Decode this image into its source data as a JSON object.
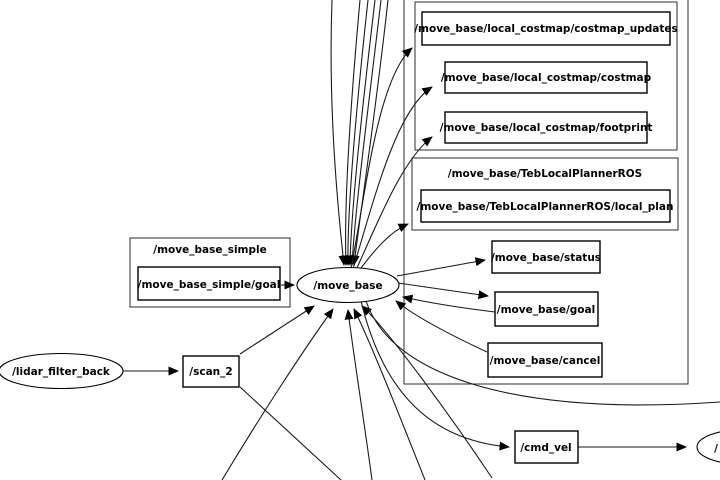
{
  "app": {
    "kind": "ros-node-graph",
    "background_color": "#ffffff",
    "edge_color": "#1a1a1a",
    "node_fill": "#ffffff",
    "node_stroke": "#000000"
  },
  "labels": {
    "costmap_updates": "/move_base/local_costmap/costmap_updates",
    "costmap": "/move_base/local_costmap/costmap",
    "footprint": "/move_base/local_costmap/footprint",
    "teb_cluster": "/move_base/TebLocalPlannerROS",
    "local_plan": "/move_base/TebLocalPlannerROS/local_plan",
    "status": "/move_base/status",
    "goal": "/move_base/goal",
    "cancel": "/move_base/cancel",
    "simple_cluster": "/move_base_simple",
    "simple_goal": "/move_base_simple/goal",
    "move_base": "/move_base",
    "lidar_filter_back": "/lidar_filter_back",
    "scan_2": "/scan_2",
    "cmd_vel": "/cmd_vel",
    "clipped_right_node": "/"
  },
  "edges": [
    {
      "from": "/lidar_filter_back",
      "to": "/scan_2"
    },
    {
      "from": "/scan_2",
      "to": "/move_base"
    },
    {
      "from": "/scan_2",
      "to": "offscreen-bottom"
    },
    {
      "from": "/move_base_simple/goal",
      "to": "/move_base"
    },
    {
      "from": "offscreen-top",
      "to": "/move_base",
      "count": 6
    },
    {
      "from": "offscreen-bottom",
      "to": "/move_base",
      "count": 4
    },
    {
      "from": "/move_base",
      "to": "/move_base/local_costmap/costmap_updates"
    },
    {
      "from": "/move_base",
      "to": "/move_base/local_costmap/costmap"
    },
    {
      "from": "/move_base",
      "to": "/move_base/local_costmap/footprint"
    },
    {
      "from": "/move_base",
      "to": "/move_base/TebLocalPlannerROS/local_plan"
    },
    {
      "from": "/move_base",
      "to": "/move_base/status"
    },
    {
      "from": "/move_base",
      "to": "/move_base/goal"
    },
    {
      "from": "/move_base/goal",
      "to": "/move_base"
    },
    {
      "from": "/move_base/cancel",
      "to": "/move_base"
    },
    {
      "from": "/move_base",
      "to": "/cmd_vel"
    },
    {
      "from": "/move_base",
      "to": "offscreen-right"
    },
    {
      "from": "/cmd_vel",
      "to": "/ (clipped right ellipse)"
    }
  ]
}
